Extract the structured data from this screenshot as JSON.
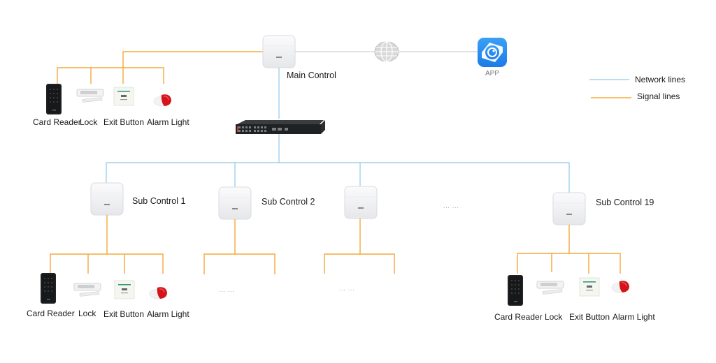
{
  "diagram": {
    "main_control": {
      "label": "Main Control"
    },
    "internet": {
      "icon": "globe-icon"
    },
    "app": {
      "label": "APP",
      "icon": "app-eye-icon"
    },
    "switch": {
      "icon": "network-switch-icon"
    },
    "legend": [
      {
        "label": "Network lines",
        "color": "#8fc8e8"
      },
      {
        "label": "Signal lines",
        "color": "#f5a83a"
      }
    ],
    "main_devices": [
      {
        "label": "Card Reader",
        "icon": "card-reader-icon"
      },
      {
        "label": "Lock",
        "icon": "lock-icon"
      },
      {
        "label": "Exit Button",
        "icon": "exit-button-icon"
      },
      {
        "label": "Alarm Light",
        "icon": "alarm-light-icon"
      }
    ],
    "sub_controls": [
      {
        "label": "Sub Control 1"
      },
      {
        "label": "Sub Control 2"
      },
      {
        "label": ""
      },
      {
        "label": "Sub Control 19"
      }
    ],
    "sub1_devices": [
      {
        "label": "Card Reader"
      },
      {
        "label": "Lock"
      },
      {
        "label": "Exit Button"
      },
      {
        "label": "Alarm Light"
      }
    ],
    "sub19_devices": [
      {
        "label": "Card Reader"
      },
      {
        "label": "Lock"
      },
      {
        "label": "Exit Button"
      },
      {
        "label": "Alarm Light"
      }
    ],
    "ellipsis_between": "... ...",
    "ellipsis_sub2": "... ...",
    "ellipsis_sub3": "... ..."
  }
}
